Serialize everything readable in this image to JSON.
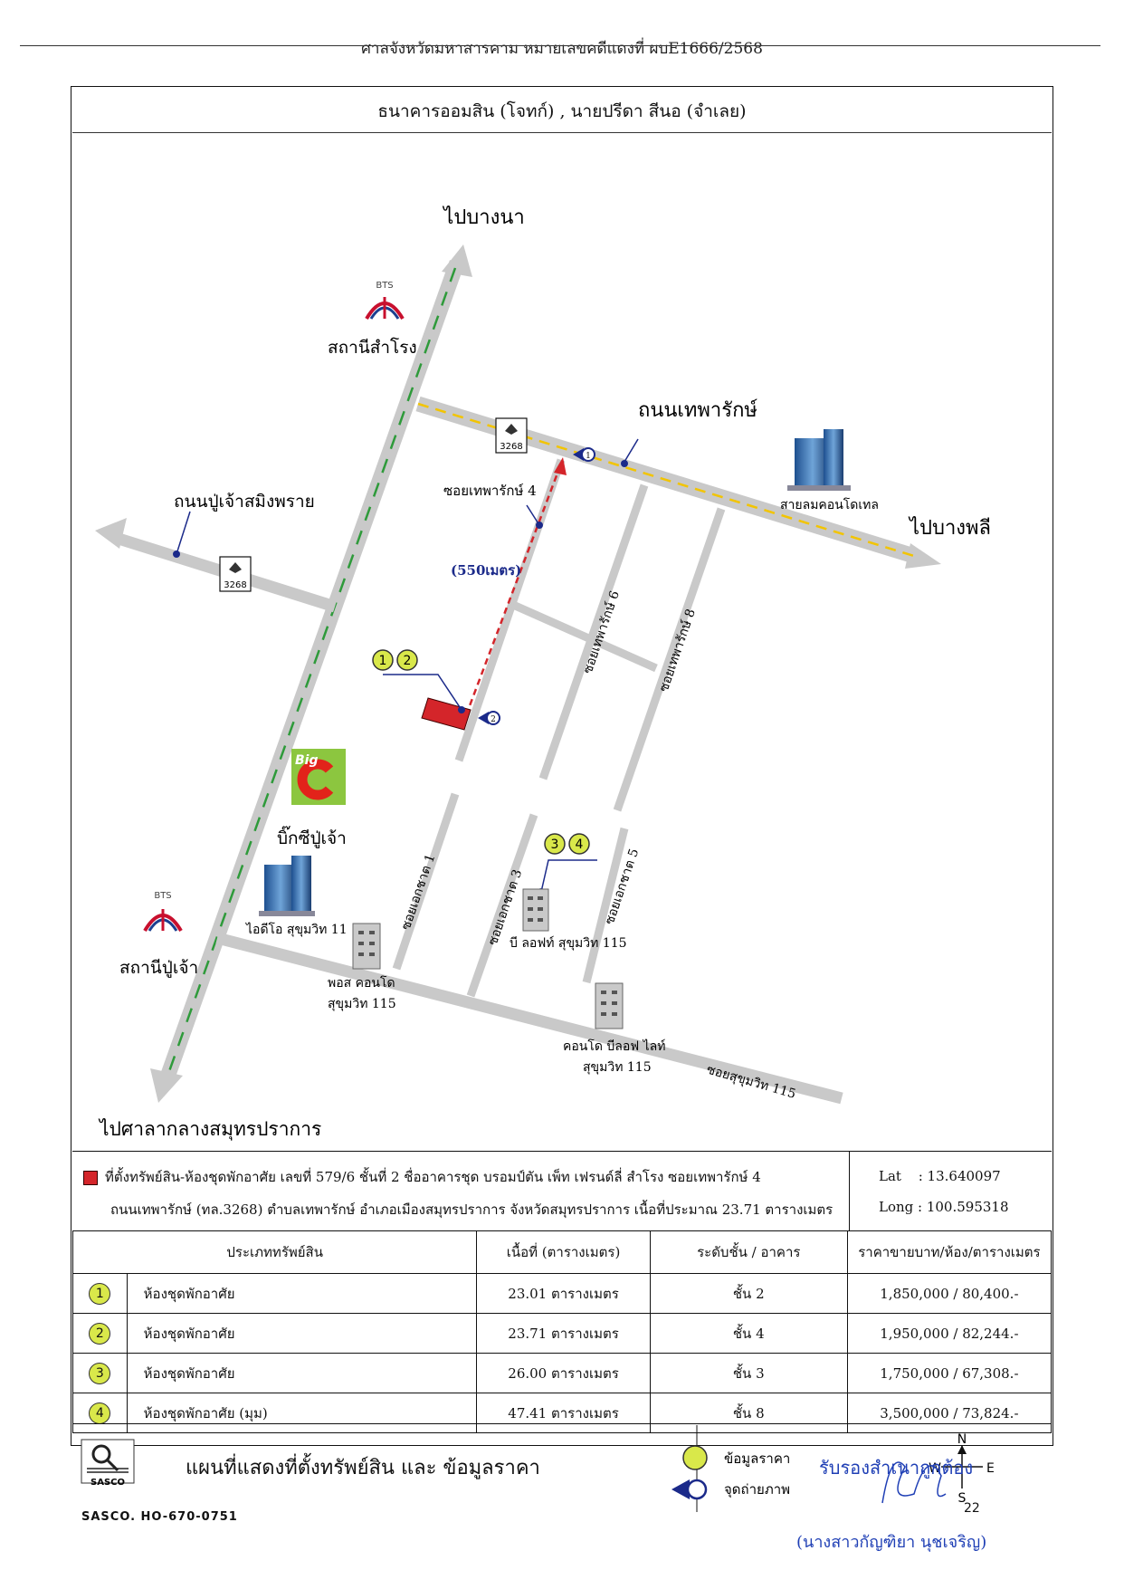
{
  "header": {
    "court_case": "ศาลจังหวัดมหาสารคาม หมายเลขคดีแดงที่ ผบE1666/2568",
    "map_title": "ธนาคารออมสิน (โจทก์) , นายปรีดา สีนอ (จำเลย)"
  },
  "map": {
    "to_bangna": "ไปบางนา",
    "to_bangphli": "ไปบางพลี",
    "to_court": "ไปศาลากลางสมุทรปราการ",
    "road_theparak": "ถนนเทพารักษ์",
    "road_pujao": "ถนนปู่เจ้าสมิงพราย",
    "soi_theparak4": "ซอยเทพารักษ์ 4",
    "soi_theparak6": "ซอยเทพารักษ์ 6",
    "soi_theparak8": "ซอยเทพารักษ์ 8",
    "soi_ekachat1": "ซอยเอกชาต 1",
    "soi_ekachat3": "ซอยเอกชาต 3",
    "soi_ekachat5": "ซอยเอกชาต 5",
    "soi_sukhumvit115": "ซอยสุขุมวิท 115",
    "distance": "(550เมตร)",
    "station_samrong": "สถานีสำโรง",
    "station_pujao": "สถานีปู่เจ้า",
    "bts_label": "BTS",
    "route_number": "3268",
    "bigc_label": "Big",
    "bigc_name": "บิ๊กซีปู่เจ้า",
    "sailom_condo": "สายลมคอนโดเทล",
    "ideo": "ไอดีโอ สุขุมวิท 11",
    "plus_condo_1": "พอส คอนโด",
    "plus_condo_2": "สุขุมวิท 115",
    "bloft": "บี ลอฟท์ สุขุมวิท 115",
    "bloft_lite_1": "คอนโด บีลอฟ ไลท์",
    "bloft_lite_2": "สุขุมวิท 115",
    "marker_1": "1",
    "marker_2": "2",
    "marker_3": "3",
    "marker_4": "4"
  },
  "info": {
    "line1": "ที่ตั้งทรัพย์สิน-ห้องชุดพักอาศัย เลขที่ 579/6 ชั้นที่ 2 ชื่ออาคารชุด บรอมป์ตัน เพ็ท เฟรนด์ลี่ สำโรง ซอยเทพารักษ์ 4",
    "line2": "ถนนเทพารักษ์ (ทล.3268) ตำบลเทพารักษ์ อำเภอเมืองสมุทรปราการ จังหวัดสมุทรปราการ เนื้อที่ประมาณ 23.71 ตารางเมตร",
    "lat_label": "Lat",
    "lat_value": ":   13.640097",
    "long_label": "Long : 100.595318"
  },
  "table": {
    "headers": [
      "ประเภททรัพย์สิน",
      "เนื้อที่ (ตารางเมตร)",
      "ระดับชั้น / อาคาร",
      "ราคาขายบาท/ห้อง/ตารางเมตร"
    ],
    "rows": [
      {
        "num": "1",
        "type": "ห้องชุดพักอาศัย",
        "area": "23.01 ตารางเมตร",
        "floor": "ชั้น 2",
        "price": "1,850,000 / 80,400.-"
      },
      {
        "num": "2",
        "type": "ห้องชุดพักอาศัย",
        "area": "23.71 ตารางเมตร",
        "floor": "ชั้น 4",
        "price": "1,950,000 / 82,244.-"
      },
      {
        "num": "3",
        "type": "ห้องชุดพักอาศัย",
        "area": "26.00 ตารางเมตร",
        "floor": "ชั้น 3",
        "price": "1,750,000 / 67,308.-"
      },
      {
        "num": "4",
        "type": "ห้องชุดพักอาศัย (มุม)",
        "area": "47.41 ตารางเมตร",
        "floor": "ชั้น 8",
        "price": "3,500,000 / 73,824.-"
      }
    ]
  },
  "footer": {
    "logo_text": "SASCO",
    "legend_title": "แผนที่แสดงที่ตั้งทรัพย์สิน และ ข้อมูลราคา",
    "legend_price": "ข้อมูลราคา",
    "legend_photo": "จุดถ่ายภาพ",
    "certify": "รับรองสำเนาถูกต้อง",
    "signer": "(นางสาวกัญฑิยา นุชเจริญ)",
    "page_number": "22",
    "ref_code": "SASCO. HO-670-0751",
    "compass_n": "N",
    "compass_s": "S",
    "compass_w": "W",
    "compass_e": "E"
  },
  "colors": {
    "road": "#c9c9c9",
    "median_green": "#2e9a3a",
    "median_yellow": "#f2c400",
    "property_red": "#d4252a",
    "marker_green": "#d9e84a",
    "pin_blue": "#1b2a8a",
    "sign_blue": "#1f3fb5"
  }
}
